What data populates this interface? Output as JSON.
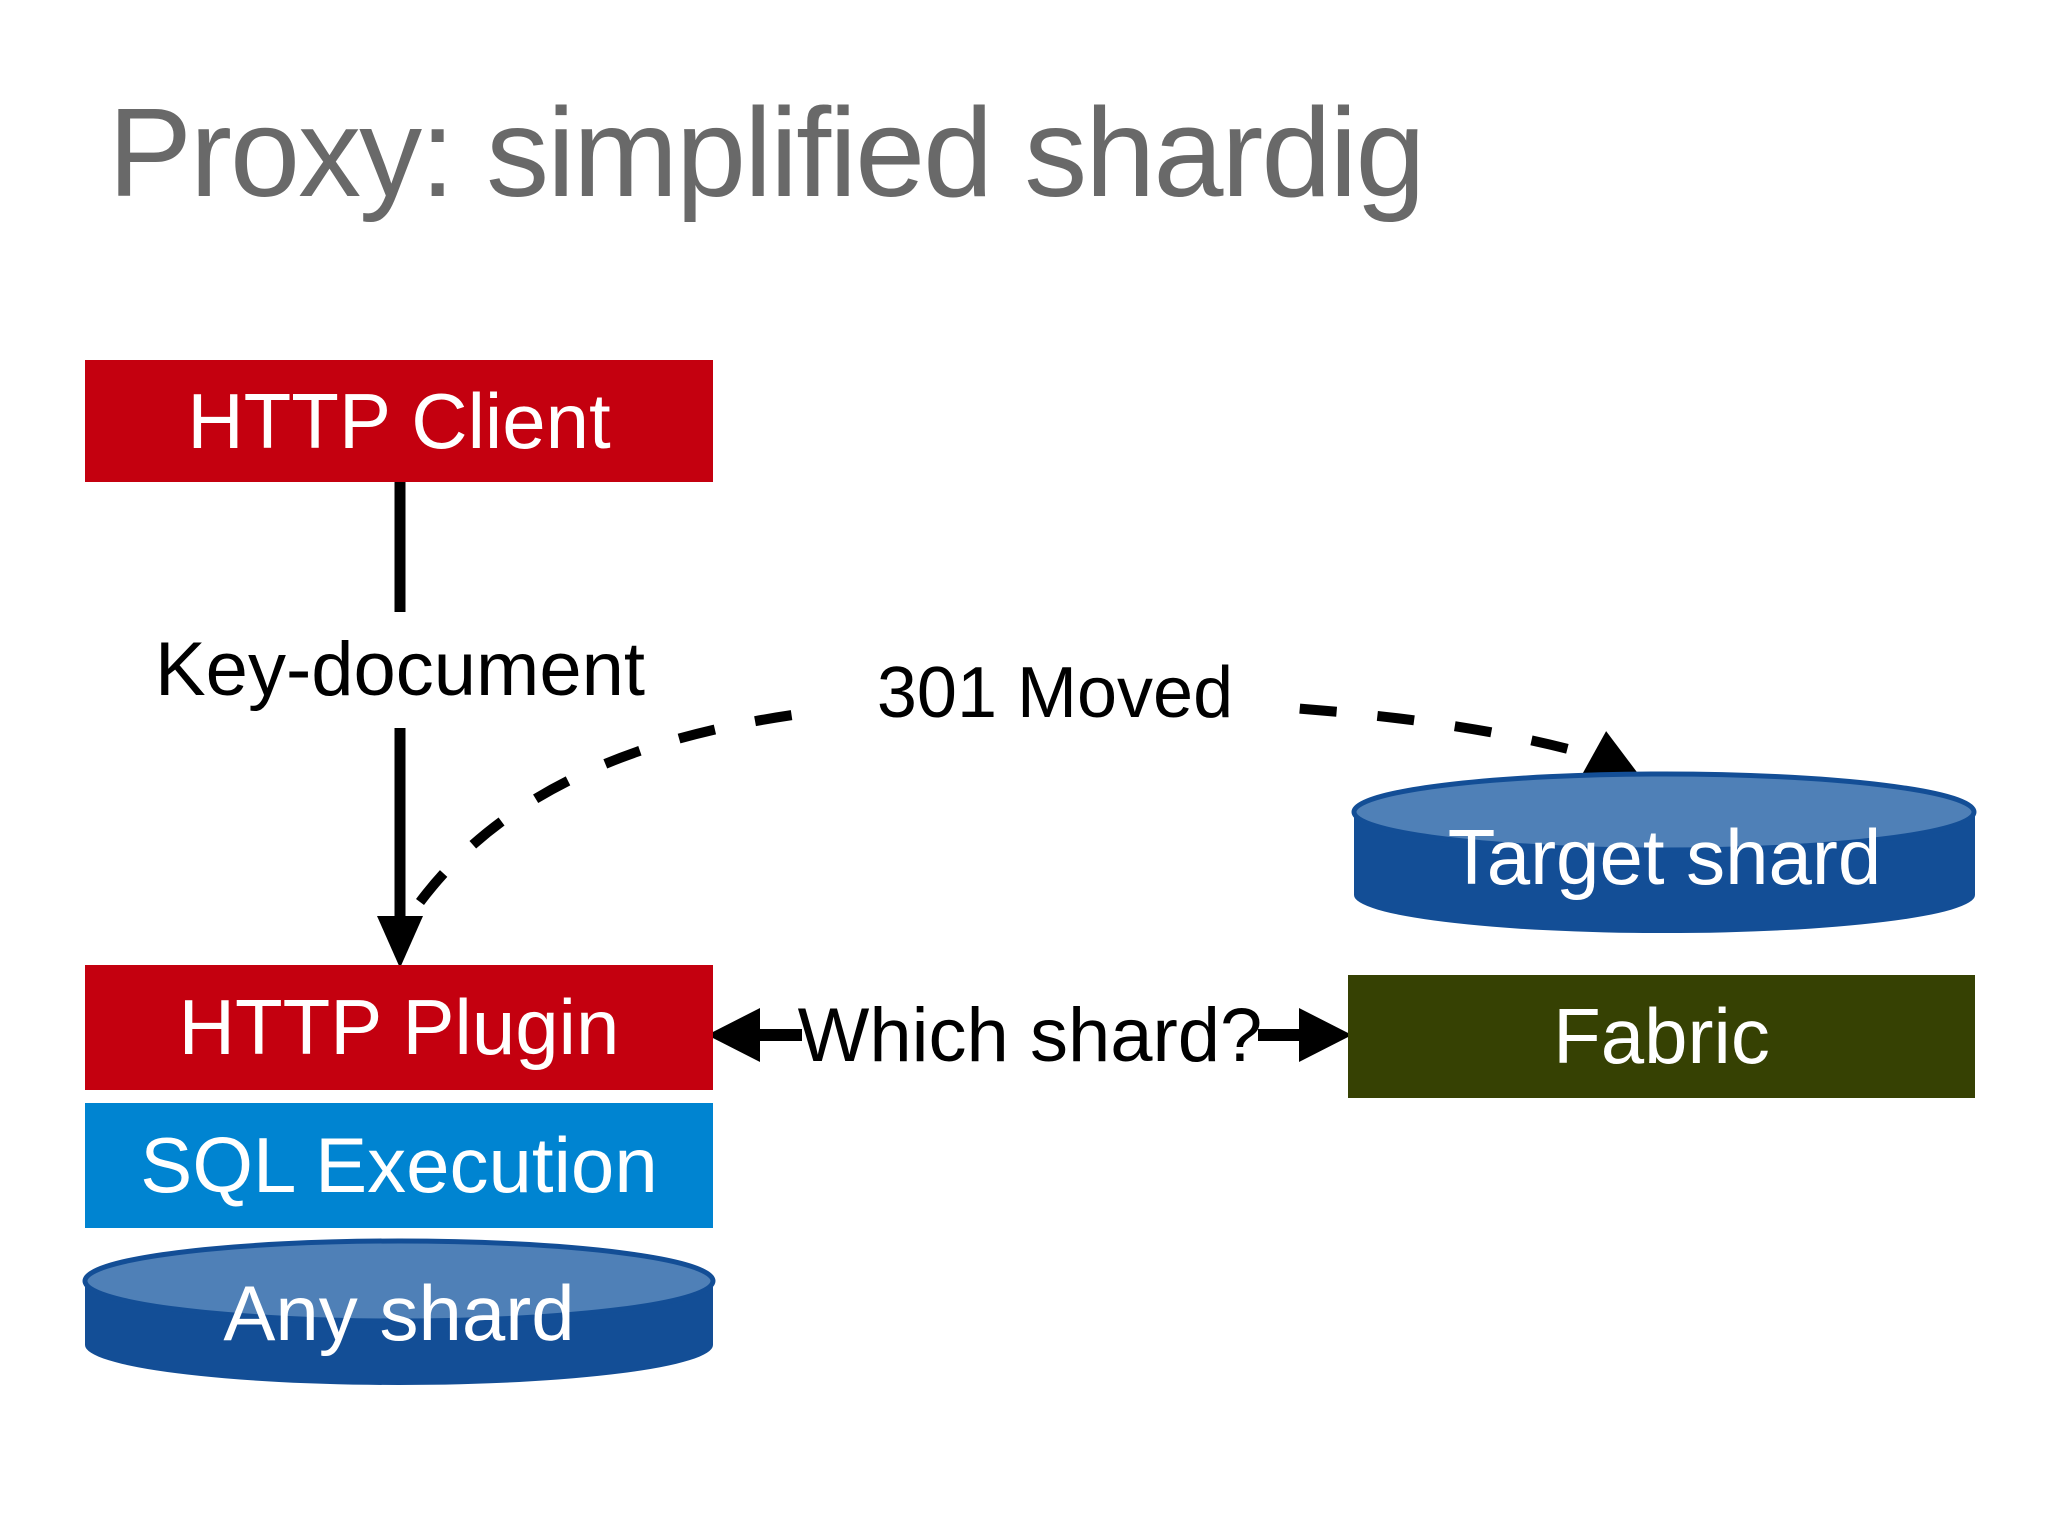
{
  "slide": {
    "title": "Proxy: simplified shardig"
  },
  "nodes": {
    "http_client": {
      "label": "HTTP Client",
      "shape": "box",
      "color_key": "red_box"
    },
    "http_plugin": {
      "label": "HTTP Plugin",
      "shape": "box",
      "color_key": "red_box"
    },
    "sql_execution": {
      "label": "SQL Execution",
      "shape": "box",
      "color_key": "blue_box"
    },
    "any_shard": {
      "label": "Any shard",
      "shape": "cylinder",
      "color_key": "cylinder_body"
    },
    "target_shard": {
      "label": "Target shard",
      "shape": "cylinder",
      "color_key": "cylinder_body"
    },
    "fabric": {
      "label": "Fabric",
      "shape": "box",
      "color_key": "fabric_box"
    }
  },
  "annotations": {
    "key_document": "Key-document",
    "moved_301": "301 Moved",
    "which_shard": "Which shard?"
  },
  "edges": [
    {
      "from": "http_client",
      "to": "http_plugin",
      "style": "solid-arrow",
      "label": "Key-document"
    },
    {
      "from": "http_plugin",
      "to": "target_shard",
      "style": "dashed-arrow",
      "label": "301 Moved"
    },
    {
      "from": "which_shard_label",
      "to": "http_plugin",
      "style": "solid-arrow",
      "label": "Which shard?"
    },
    {
      "from": "which_shard_label",
      "to": "fabric",
      "style": "solid-arrow",
      "label": "Which shard?"
    }
  ],
  "colors": {
    "background": "#ffffff",
    "title_text": "#696969",
    "red_box": "#c4000f",
    "blue_box": "#0084d1",
    "fabric_box": "#364103",
    "cylinder_body": "#134e96",
    "cylinder_top": "#4f80b7",
    "label_text": "#ffffff",
    "arrow": "#000000"
  }
}
